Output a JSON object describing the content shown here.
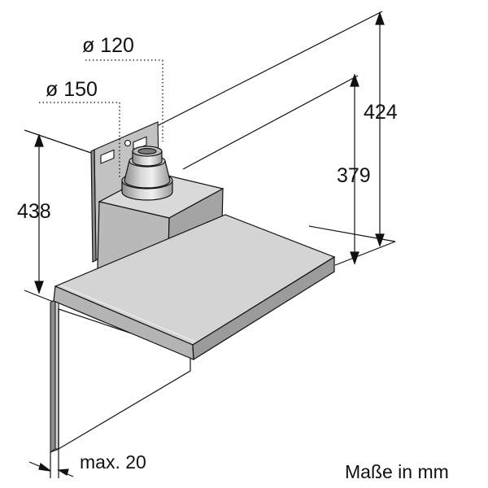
{
  "dimensions": {
    "duct_small": "ø 120",
    "duct_large": "ø 150",
    "height_total": "424",
    "height_chimney": "379",
    "height_left": "438",
    "wall_gap": "max. 20"
  },
  "units_note": "Maße in mm",
  "colors": {
    "line": "#111111",
    "steel_light": "#d9d9d9",
    "steel_mid": "#b9b9b9",
    "steel_dark": "#8c8c8c",
    "duct_light": "#e6e6e6",
    "duct_dark": "#9a9a9a"
  }
}
